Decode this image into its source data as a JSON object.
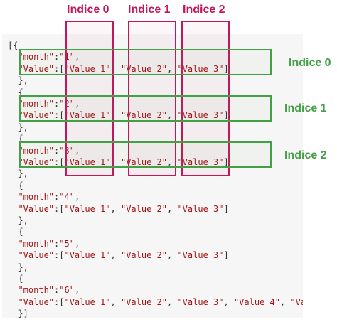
{
  "colors": {
    "column_highlight": "#c2185b",
    "row_highlight": "#43a047",
    "string_token": "#a31515",
    "punctuation_token": "#333333",
    "panel_background": "#f6f6f6"
  },
  "column_labels": [
    "Indice 0",
    "Indice 1",
    "Indice 2"
  ],
  "row_labels": [
    "Indice 0",
    "Indice 1",
    "Indice 2"
  ],
  "code_lines": [
    [
      {
        "t": "p",
        "v": "[{"
      }
    ],
    [
      {
        "t": "p",
        "v": "  "
      },
      {
        "t": "s",
        "v": "\"month\""
      },
      {
        "t": "p",
        "v": ":"
      },
      {
        "t": "s",
        "v": "\"1\""
      },
      {
        "t": "p",
        "v": ","
      }
    ],
    [
      {
        "t": "p",
        "v": "  "
      },
      {
        "t": "s",
        "v": "\"Value\""
      },
      {
        "t": "p",
        "v": ":["
      },
      {
        "t": "s",
        "v": "\"Value 1\""
      },
      {
        "t": "p",
        "v": ", "
      },
      {
        "t": "s",
        "v": "\"Value 2\""
      },
      {
        "t": "p",
        "v": ", "
      },
      {
        "t": "s",
        "v": "\"Value 3\""
      },
      {
        "t": "p",
        "v": "]"
      }
    ],
    [
      {
        "t": "p",
        "v": "  },"
      }
    ],
    [
      {
        "t": "p",
        "v": "  {"
      }
    ],
    [
      {
        "t": "p",
        "v": "  "
      },
      {
        "t": "s",
        "v": "\"month\""
      },
      {
        "t": "p",
        "v": ":"
      },
      {
        "t": "s",
        "v": "\"2\""
      },
      {
        "t": "p",
        "v": ","
      }
    ],
    [
      {
        "t": "p",
        "v": "  "
      },
      {
        "t": "s",
        "v": "\"Value\""
      },
      {
        "t": "p",
        "v": ":["
      },
      {
        "t": "s",
        "v": "\"Value 1\""
      },
      {
        "t": "p",
        "v": ", "
      },
      {
        "t": "s",
        "v": "\"Value 2\""
      },
      {
        "t": "p",
        "v": ", "
      },
      {
        "t": "s",
        "v": "\"Value 3\""
      },
      {
        "t": "p",
        "v": "]"
      }
    ],
    [
      {
        "t": "p",
        "v": "  },"
      }
    ],
    [
      {
        "t": "p",
        "v": "  {"
      }
    ],
    [
      {
        "t": "p",
        "v": "  "
      },
      {
        "t": "s",
        "v": "\"month\""
      },
      {
        "t": "p",
        "v": ":"
      },
      {
        "t": "s",
        "v": "\"3\""
      },
      {
        "t": "p",
        "v": ","
      }
    ],
    [
      {
        "t": "p",
        "v": "  "
      },
      {
        "t": "s",
        "v": "\"Value\""
      },
      {
        "t": "p",
        "v": ":["
      },
      {
        "t": "s",
        "v": "\"Value 1\""
      },
      {
        "t": "p",
        "v": ", "
      },
      {
        "t": "s",
        "v": "\"Value 2\""
      },
      {
        "t": "p",
        "v": ", "
      },
      {
        "t": "s",
        "v": "\"Value 3\""
      },
      {
        "t": "p",
        "v": "]"
      }
    ],
    [
      {
        "t": "p",
        "v": "  },"
      }
    ],
    [
      {
        "t": "p",
        "v": "  {"
      }
    ],
    [
      {
        "t": "p",
        "v": "  "
      },
      {
        "t": "s",
        "v": "\"month\""
      },
      {
        "t": "p",
        "v": ":"
      },
      {
        "t": "s",
        "v": "\"4\""
      },
      {
        "t": "p",
        "v": ","
      }
    ],
    [
      {
        "t": "p",
        "v": "  "
      },
      {
        "t": "s",
        "v": "\"Value\""
      },
      {
        "t": "p",
        "v": ":["
      },
      {
        "t": "s",
        "v": "\"Value 1\""
      },
      {
        "t": "p",
        "v": ", "
      },
      {
        "t": "s",
        "v": "\"Value 2\""
      },
      {
        "t": "p",
        "v": ", "
      },
      {
        "t": "s",
        "v": "\"Value 3\""
      },
      {
        "t": "p",
        "v": "]"
      }
    ],
    [
      {
        "t": "p",
        "v": "  },"
      }
    ],
    [
      {
        "t": "p",
        "v": "  {"
      }
    ],
    [
      {
        "t": "p",
        "v": "  "
      },
      {
        "t": "s",
        "v": "\"month\""
      },
      {
        "t": "p",
        "v": ":"
      },
      {
        "t": "s",
        "v": "\"5\""
      },
      {
        "t": "p",
        "v": ","
      }
    ],
    [
      {
        "t": "p",
        "v": "  "
      },
      {
        "t": "s",
        "v": "\"Value\""
      },
      {
        "t": "p",
        "v": ":["
      },
      {
        "t": "s",
        "v": "\"Value 1\""
      },
      {
        "t": "p",
        "v": ", "
      },
      {
        "t": "s",
        "v": "\"Value 2\""
      },
      {
        "t": "p",
        "v": ", "
      },
      {
        "t": "s",
        "v": "\"Value 3\""
      },
      {
        "t": "p",
        "v": "]"
      }
    ],
    [
      {
        "t": "p",
        "v": "  },"
      }
    ],
    [
      {
        "t": "p",
        "v": "  {"
      }
    ],
    [
      {
        "t": "p",
        "v": "  "
      },
      {
        "t": "s",
        "v": "\"month\""
      },
      {
        "t": "p",
        "v": ":"
      },
      {
        "t": "s",
        "v": "\"6\""
      },
      {
        "t": "p",
        "v": ","
      }
    ],
    [
      {
        "t": "p",
        "v": "  "
      },
      {
        "t": "s",
        "v": "\"Value\""
      },
      {
        "t": "p",
        "v": ":["
      },
      {
        "t": "s",
        "v": "\"Value 1\""
      },
      {
        "t": "p",
        "v": ", "
      },
      {
        "t": "s",
        "v": "\"Value 2\""
      },
      {
        "t": "p",
        "v": ", "
      },
      {
        "t": "s",
        "v": "\"Value 3\""
      },
      {
        "t": "p",
        "v": ", "
      },
      {
        "t": "s",
        "v": "\"Value 4\""
      },
      {
        "t": "p",
        "v": ", "
      },
      {
        "t": "s",
        "v": "\"Va"
      }
    ],
    [
      {
        "t": "p",
        "v": "  }]"
      }
    ]
  ]
}
